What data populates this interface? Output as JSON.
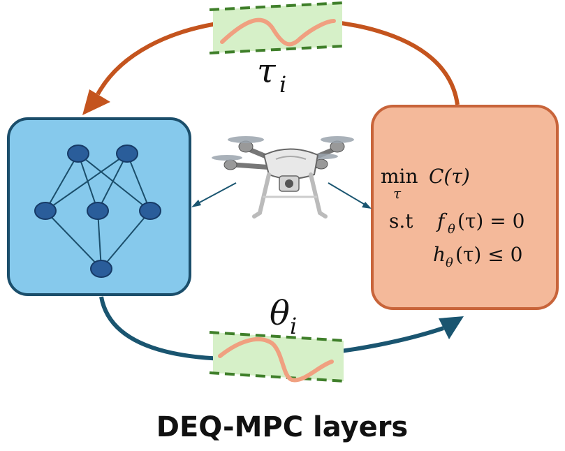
{
  "caption": "DEQ-MPC layers",
  "labels": {
    "tau_main": "τ",
    "tau_sub": "i",
    "theta_main": "θ",
    "theta_sub": "i"
  },
  "optimization": {
    "min_word": "min",
    "min_var": "τ",
    "objective": "C(τ)",
    "st_label": "s.t",
    "eq_fn": "f",
    "eq_sub": "θ",
    "eq_rest": "(τ) = 0",
    "ineq_fn": "h",
    "ineq_sub": "θ",
    "ineq_rest": "(τ) ≤ 0"
  },
  "colors": {
    "network_fill": "#86c9ec",
    "network_stroke": "#1b4e6b",
    "node_fill": "#2a5d9a",
    "node_stroke": "#163a66",
    "solver_fill": "#f4b99a",
    "solver_stroke": "#c8643a",
    "top_arrow": "#c4541e",
    "bottom_arrow": "#1a5570",
    "band_fill": "#d6f0c8",
    "band_dash": "#3f7f2a",
    "curve": "#f0a080"
  },
  "icons": {
    "drone": "drone-icon"
  }
}
